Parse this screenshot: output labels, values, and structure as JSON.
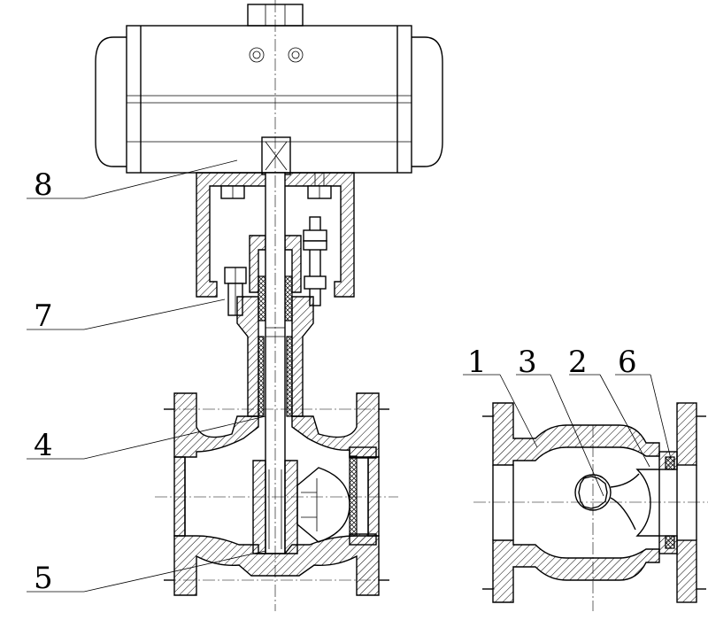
{
  "labels": {
    "left": [
      "8",
      "7",
      "4",
      "5"
    ],
    "right": [
      "1",
      "3",
      "2",
      "6"
    ]
  }
}
